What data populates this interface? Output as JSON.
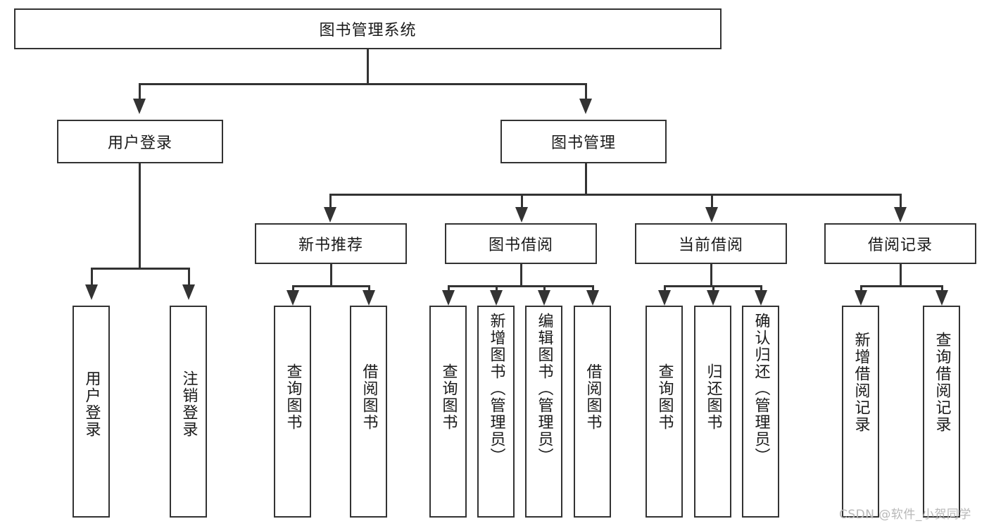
{
  "diagram": {
    "title": "图书管理系统",
    "type": "hierarchy-tree",
    "root": {
      "label": "图书管理系统"
    },
    "level2": [
      {
        "label": "用户登录"
      },
      {
        "label": "图书管理"
      }
    ],
    "level3": [
      {
        "label": "新书推荐"
      },
      {
        "label": "图书借阅"
      },
      {
        "label": "当前借阅"
      },
      {
        "label": "借阅记录"
      }
    ],
    "leaves": {
      "user_login": [
        {
          "label": "用户登录"
        },
        {
          "label": "注销登录"
        }
      ],
      "new_book_recommend": [
        {
          "label": "查询图书"
        },
        {
          "label": "借阅图书"
        }
      ],
      "book_borrow": [
        {
          "label": "查询图书"
        },
        {
          "label": "新增图书（管理员）"
        },
        {
          "label": "编辑图书（管理员）"
        },
        {
          "label": "借阅图书"
        }
      ],
      "current_borrow": [
        {
          "label": "查询图书"
        },
        {
          "label": "归还图书"
        },
        {
          "label": "确认归还（管理员）"
        }
      ],
      "borrow_record": [
        {
          "label": "新增借阅记录"
        },
        {
          "label": "查询借阅记录"
        }
      ]
    }
  },
  "watermark": {
    "text": "CSDN @软件_小贺同学"
  },
  "colors": {
    "stroke": "#333333",
    "fill": "#ffffff",
    "text": "#1a1a1a",
    "watermark": "#b8b8b8"
  }
}
